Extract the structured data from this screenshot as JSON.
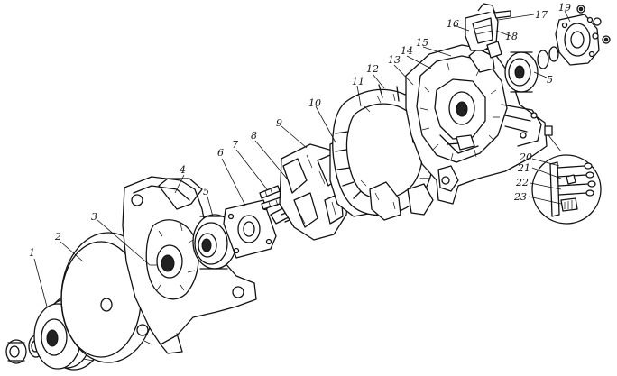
{
  "callouts": [
    {
      "id": "c1",
      "text": "1"
    },
    {
      "id": "c2",
      "text": "2"
    },
    {
      "id": "c3",
      "text": "3"
    },
    {
      "id": "c4",
      "text": "4"
    },
    {
      "id": "c5a",
      "text": "5"
    },
    {
      "id": "c6",
      "text": "6"
    },
    {
      "id": "c7",
      "text": "7"
    },
    {
      "id": "c8",
      "text": "8"
    },
    {
      "id": "c9",
      "text": "9"
    },
    {
      "id": "c10",
      "text": "10"
    },
    {
      "id": "c11",
      "text": "11"
    },
    {
      "id": "c12",
      "text": "12"
    },
    {
      "id": "c13",
      "text": "13"
    },
    {
      "id": "c14",
      "text": "14"
    },
    {
      "id": "c15",
      "text": "15"
    },
    {
      "id": "c16",
      "text": "16"
    },
    {
      "id": "c17",
      "text": "17"
    },
    {
      "id": "c18",
      "text": "18"
    },
    {
      "id": "c19",
      "text": "19"
    },
    {
      "id": "c5b",
      "text": "5"
    },
    {
      "id": "c20",
      "text": "20"
    },
    {
      "id": "c21",
      "text": "21"
    },
    {
      "id": "c22",
      "text": "22"
    },
    {
      "id": "c23",
      "text": "23"
    }
  ]
}
